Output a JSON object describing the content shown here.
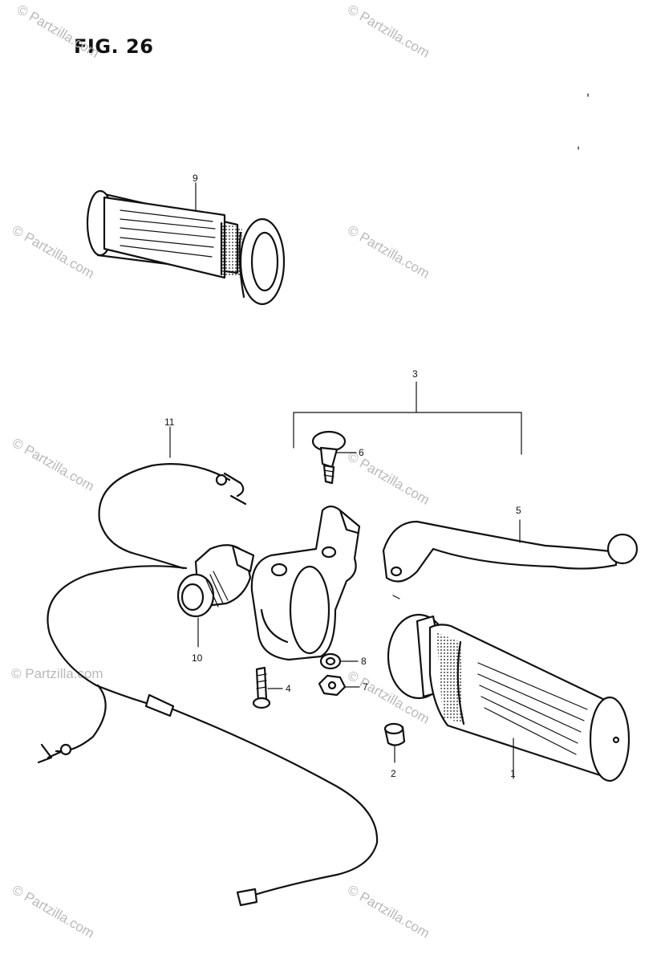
{
  "figure": {
    "title": "FIG. 26"
  },
  "callouts": [
    {
      "id": "c9a",
      "label": "9",
      "part": "left handlebar grip"
    },
    {
      "id": "c3",
      "label": "3",
      "part": "clutch lever assembly"
    },
    {
      "id": "c11",
      "label": "11",
      "part": "clutch switch wire"
    },
    {
      "id": "c6",
      "label": "6",
      "part": "lever pivot bolt"
    },
    {
      "id": "c5",
      "label": "5",
      "part": "clutch lever"
    },
    {
      "id": "c10",
      "label": "10",
      "part": "clutch switch"
    },
    {
      "id": "c8",
      "label": "8",
      "part": "washer"
    },
    {
      "id": "c7",
      "label": "7",
      "part": "nut"
    },
    {
      "id": "c4",
      "label": "4",
      "part": "holder screw"
    },
    {
      "id": "c2",
      "label": "2",
      "part": "cap"
    },
    {
      "id": "c1",
      "label": "1",
      "part": "right handlebar grip"
    }
  ],
  "watermark": {
    "text": "© Partzilla.com",
    "color": "#b9b9b9"
  }
}
